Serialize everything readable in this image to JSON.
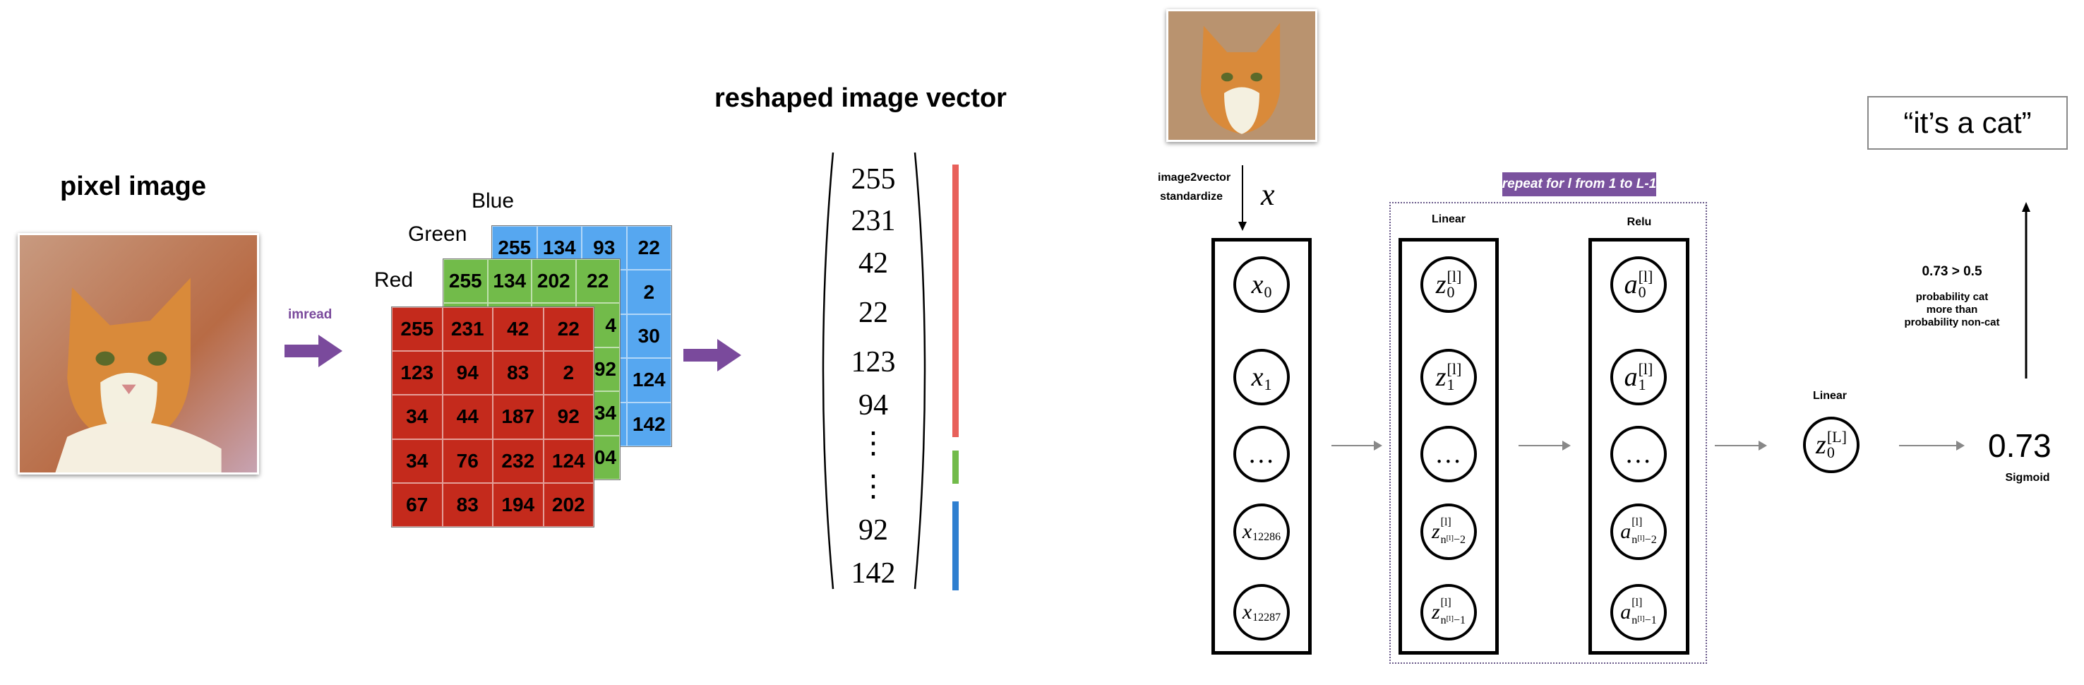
{
  "left": {
    "pixel_image_title": "pixel image",
    "imread_label": "imread",
    "channels": {
      "blue_label": "Blue",
      "green_label": "Green",
      "red_label": "Red",
      "blue_visible": [
        [
          "255",
          "134",
          "93",
          "22"
        ],
        [
          "",
          "",
          "",
          "2"
        ],
        [
          "",
          "",
          "",
          "30"
        ],
        [
          "",
          "",
          "",
          "124"
        ],
        [
          "",
          "",
          "",
          "142"
        ]
      ],
      "green_visible": [
        [
          "255",
          "134",
          "202",
          "22"
        ],
        [
          "",
          "",
          "",
          "4"
        ],
        [
          "",
          "",
          "",
          "92"
        ],
        [
          "",
          "",
          "",
          "34"
        ],
        [
          "",
          "",
          "",
          "04"
        ]
      ],
      "red": [
        [
          "255",
          "231",
          "42",
          "22"
        ],
        [
          "123",
          "94",
          "83",
          "2"
        ],
        [
          "34",
          "44",
          "187",
          "92"
        ],
        [
          "34",
          "76",
          "232",
          "124"
        ],
        [
          "67",
          "83",
          "194",
          "202"
        ]
      ]
    },
    "colors": {
      "red": "#c42a1c",
      "green": "#72bb4a",
      "blue": "#56a7f0",
      "arrow": "#7a4a9c"
    }
  },
  "vector": {
    "title": "reshaped image vector",
    "values": [
      "255",
      "231",
      "42",
      "22",
      "123",
      "94",
      "⋮",
      "⋮",
      "92",
      "142"
    ]
  },
  "network": {
    "image2vector_label": "image2vector",
    "standardize_label": "standardize",
    "x_label": "x",
    "repeat_label": "repeat for l from 1 to L-1",
    "linear_label": "Linear",
    "relu_label": "Relu",
    "input_nodes": [
      {
        "b": "x",
        "sub": "0"
      },
      {
        "b": "x",
        "sub": "1"
      },
      {
        "b": "…"
      },
      {
        "b": "x",
        "sub": "12286"
      },
      {
        "b": "x",
        "sub": "12287"
      }
    ],
    "linear_nodes": [
      {
        "b": "z",
        "sup": "[l]",
        "sub": "0"
      },
      {
        "b": "z",
        "sup": "[l]",
        "sub": "1"
      },
      {
        "b": "…"
      },
      {
        "b": "z",
        "sup": "[l]",
        "sub": "n",
        "subsup": "[l]",
        "subpost": "−2"
      },
      {
        "b": "z",
        "sup": "[l]",
        "sub": "n",
        "subsup": "[l]",
        "subpost": "−1"
      }
    ],
    "relu_nodes": [
      {
        "b": "a",
        "sup": "[l]",
        "sub": "0"
      },
      {
        "b": "a",
        "sup": "[l]",
        "sub": "1"
      },
      {
        "b": "…"
      },
      {
        "b": "a",
        "sup": "[l]",
        "sub": "n",
        "subsup": "[l]",
        "subpost": "−2"
      },
      {
        "b": "a",
        "sup": "[l]",
        "sub": "n",
        "subsup": "[l]",
        "subpost": "−1"
      }
    ],
    "final_linear_label": "Linear",
    "final_node": {
      "b": "z",
      "sup": "[L]",
      "sub": "0"
    },
    "output_value": "0.73",
    "sigmoid_label": "Sigmoid",
    "comparison": "0.73 > 0.5",
    "explanation": [
      "probability cat",
      "more than",
      "probability non-cat"
    ],
    "result": "“it’s a cat”",
    "repeat_color": "#7a529e"
  }
}
